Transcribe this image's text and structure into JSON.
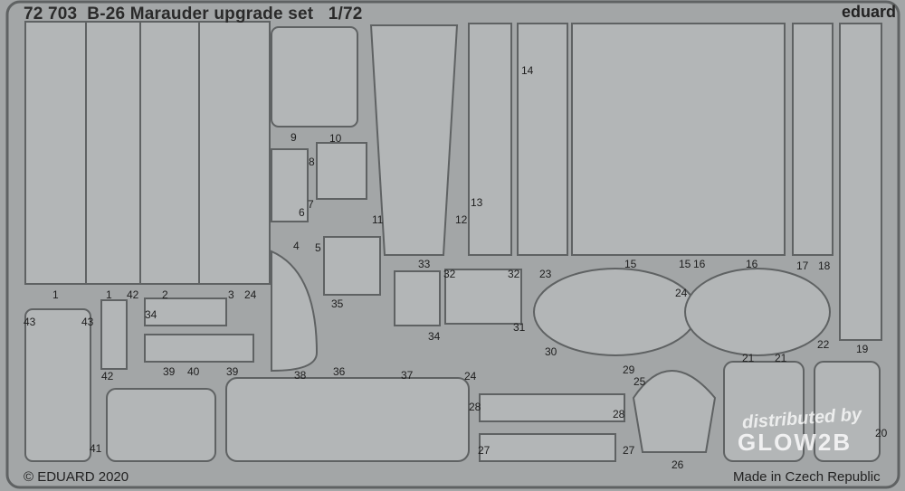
{
  "header": {
    "code": "72 703",
    "title": "B-26 Marauder upgrade set",
    "scale": "1/72",
    "brand": "eduard"
  },
  "footer": {
    "copyright": "© EDUARD 2020",
    "origin": "Made in Czech Republic"
  },
  "watermark": {
    "line1": "distributed by",
    "line2": "GLOW2B"
  },
  "part_numbers": [
    "1",
    "1",
    "42",
    "2",
    "3",
    "24",
    "43",
    "43",
    "42",
    "34",
    "39",
    "40",
    "39",
    "41",
    "38",
    "37",
    "36",
    "35",
    "33",
    "32",
    "32",
    "34",
    "31",
    "30",
    "29",
    "25",
    "28",
    "28",
    "27",
    "27",
    "26",
    "24",
    "23",
    "24",
    "15",
    "15",
    "16",
    "16",
    "17",
    "18",
    "19",
    "22",
    "21",
    "21",
    "20",
    "14",
    "13",
    "12",
    "11",
    "10",
    "9",
    "8",
    "7",
    "6",
    "5",
    "4"
  ],
  "colors": {
    "background": "#a3a6a7",
    "part": "#b3b6b7",
    "outline": "#5f6263"
  }
}
